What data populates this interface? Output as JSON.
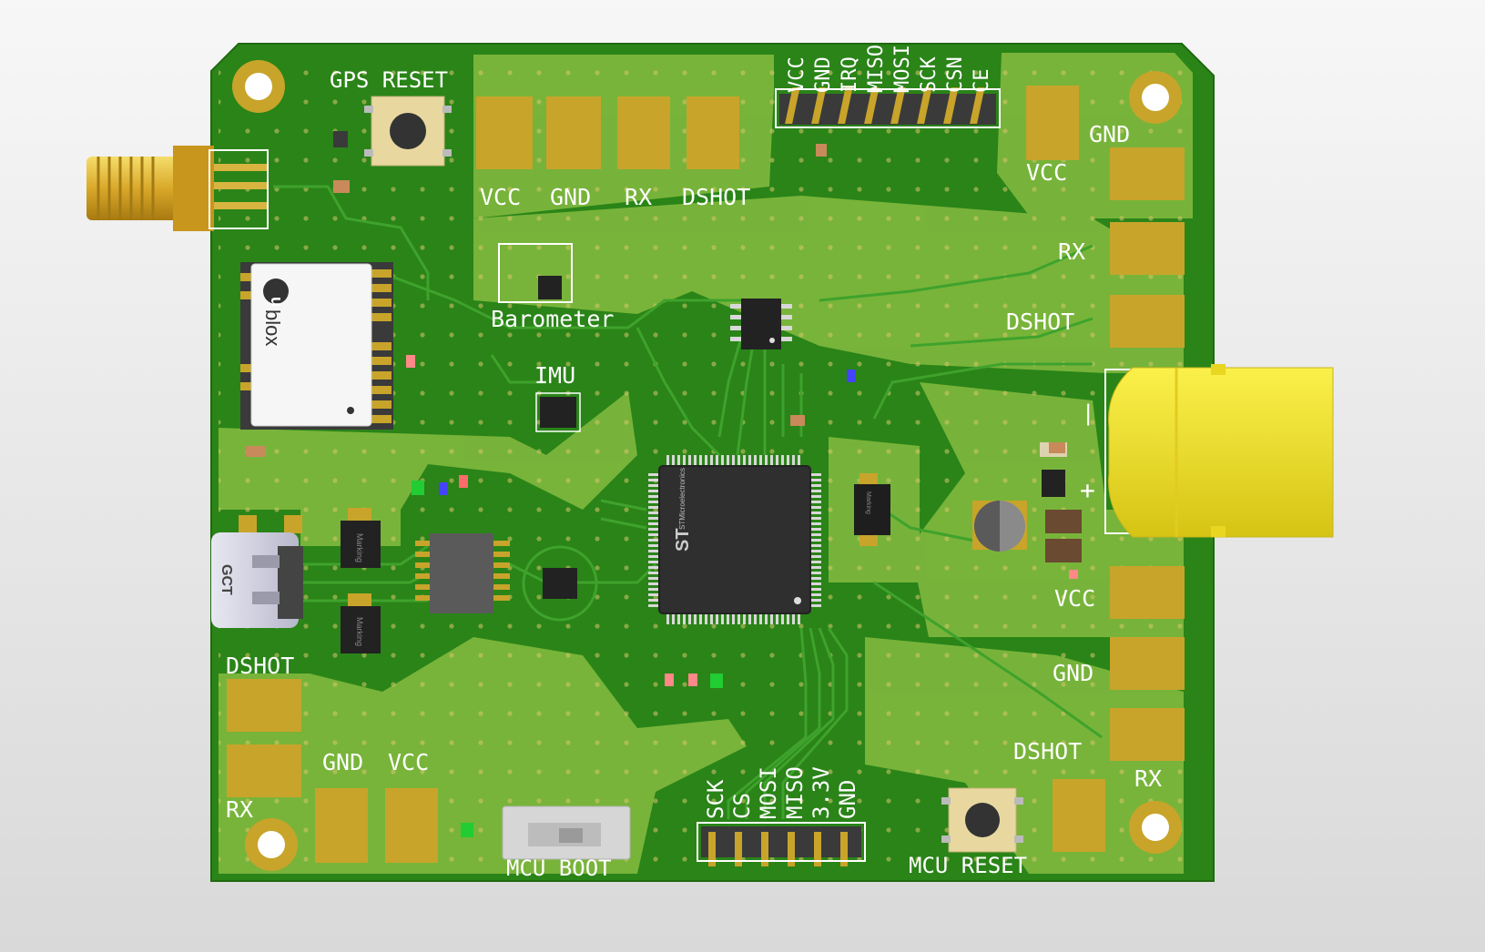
{
  "board": {
    "colors": {
      "background": "#e8e8e8",
      "pcb": "#2c8a1a",
      "pcb_edge": "#236f13",
      "copper": "#7ab43a",
      "copper_light": "#8cc24a",
      "pad": "#c8a42a",
      "silk": "#ffffff",
      "connector_yellow": "#f2e22a",
      "ic_body": "#333333"
    }
  },
  "labels": {
    "gps_reset": "GPS RESET",
    "barometer": "Barometer",
    "imu": "IMU",
    "mcu_reset": "MCU RESET",
    "mcu_boot": "MCU BOOT",
    "plus": "+",
    "minus": "|"
  },
  "top_pads": [
    "VCC",
    "GND",
    "RX",
    "DSHOT"
  ],
  "nrf_header": [
    "VCC",
    "GND",
    "IRQ",
    "MISO",
    "MOSI",
    "SCK",
    "CSN",
    "CE"
  ],
  "spi_header": [
    "SCK",
    "CS",
    "MOSI",
    "MISO",
    "3.3V",
    "GND"
  ],
  "right_top_pads": {
    "vcc": "VCC",
    "gnd": "GND",
    "rx": "RX",
    "dshot": "DSHOT"
  },
  "right_bottom_pads": {
    "vcc": "VCC",
    "gnd": "GND",
    "dshot": "DSHOT",
    "rx": "RX"
  },
  "left_bottom_pads": {
    "dshot": "DSHOT",
    "rx": "RX",
    "gnd": "GND",
    "vcc": "VCC"
  },
  "components": {
    "gps_module_brand": "blox",
    "gps_module_brand_prefix": "u",
    "usb_brand": "GCT",
    "mcu_brand": "STMicroelectronics",
    "diode_marking_1": "Marking",
    "diode_marking_2": "Marking",
    "crystal_marking": "Marking"
  }
}
